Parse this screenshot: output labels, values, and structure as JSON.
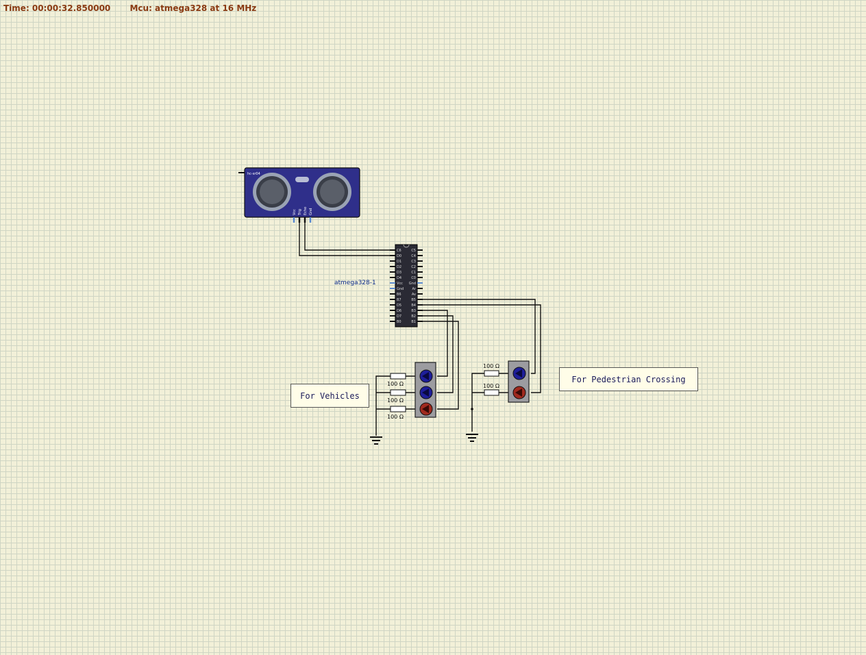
{
  "status": {
    "time": "Time: 00:00:32.850000",
    "mcu": "Mcu: atmega328 at 16 MHz"
  },
  "mcu_part": {
    "label": "atmega328-1",
    "left_pins": [
      "C6",
      "D0",
      "D1",
      "D2",
      "D3",
      "D4",
      "Vcc",
      "Gnd",
      "B6",
      "B7",
      "D5",
      "D6",
      "D7",
      "B0"
    ],
    "right_pins": [
      "C5",
      "C4",
      "C3",
      "C2",
      "C1",
      "C0",
      "Gnd",
      "Ar",
      "Av",
      "B5",
      "B4",
      "B3",
      "B2",
      "B1"
    ]
  },
  "sensor": {
    "pins": [
      "Vcc",
      "Trig",
      "Echo",
      "Gnd"
    ],
    "badge": "hc-sr04"
  },
  "resistors": {
    "label": "100 Ω"
  },
  "notes": {
    "vehicles": "For Vehicles",
    "pedestrian": "For Pedestrian Crossing"
  },
  "colors": {
    "status_text": "#8a3a12",
    "sensor_body": "#2f2f8a",
    "led_blue": "#1e1e9a",
    "led_red": "#a02a1e",
    "mcu_label": "#0a2a8a"
  }
}
